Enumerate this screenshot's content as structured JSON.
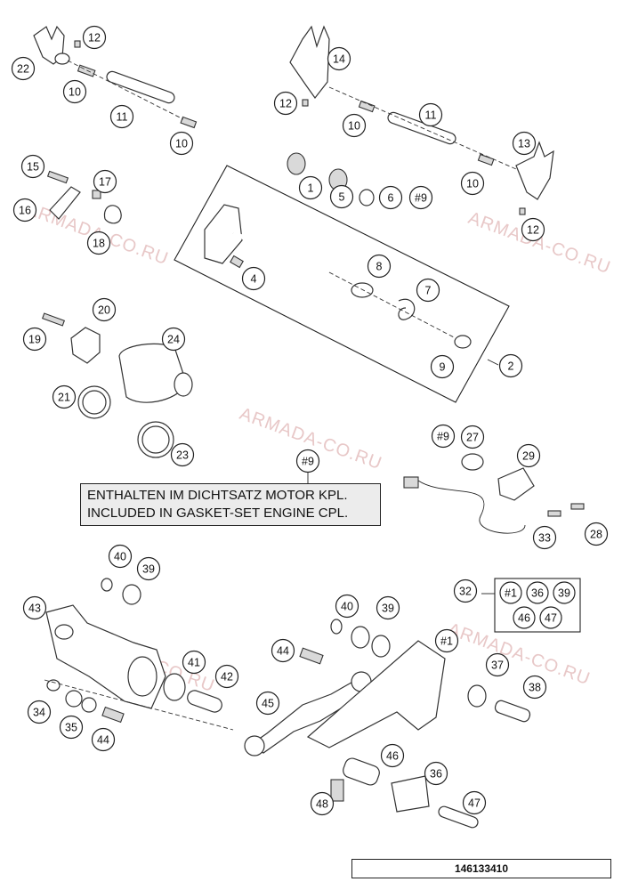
{
  "watermark": "ARMADA-CO.RU",
  "note": {
    "ref": "#9",
    "line1": "ENTHALTEN IM DICHTSATZ MOTOR KPL.",
    "line2": "INCLUDED IN GASKET-SET ENGINE CPL."
  },
  "kit_32": {
    "ref": "32",
    "items": [
      "#1",
      "36",
      "39",
      "46",
      "47"
    ]
  },
  "drawing_number": "146133410",
  "callouts": [
    {
      "id": "c12a",
      "label": "12"
    },
    {
      "id": "c22",
      "label": "22"
    },
    {
      "id": "c10a",
      "label": "10"
    },
    {
      "id": "c11a",
      "label": "11"
    },
    {
      "id": "c10b",
      "label": "10"
    },
    {
      "id": "c14",
      "label": "14"
    },
    {
      "id": "c12b",
      "label": "12"
    },
    {
      "id": "c10c",
      "label": "10"
    },
    {
      "id": "c11b",
      "label": "11"
    },
    {
      "id": "c13",
      "label": "13"
    },
    {
      "id": "c10d",
      "label": "10"
    },
    {
      "id": "c12c",
      "label": "12"
    },
    {
      "id": "c15",
      "label": "15"
    },
    {
      "id": "c17",
      "label": "17"
    },
    {
      "id": "c16",
      "label": "16"
    },
    {
      "id": "c18",
      "label": "18"
    },
    {
      "id": "c1",
      "label": "1"
    },
    {
      "id": "c5",
      "label": "5"
    },
    {
      "id": "c6",
      "label": "6"
    },
    {
      "id": "c9a",
      "label": "#9"
    },
    {
      "id": "c4",
      "label": "4"
    },
    {
      "id": "c8",
      "label": "8"
    },
    {
      "id": "c7",
      "label": "7"
    },
    {
      "id": "c9b",
      "label": "9"
    },
    {
      "id": "c2",
      "label": "2"
    },
    {
      "id": "c20",
      "label": "20"
    },
    {
      "id": "c19",
      "label": "19"
    },
    {
      "id": "c24",
      "label": "24"
    },
    {
      "id": "c21",
      "label": "21"
    },
    {
      "id": "c23",
      "label": "23"
    },
    {
      "id": "c9c",
      "label": "#9"
    },
    {
      "id": "c9d",
      "label": "#9"
    },
    {
      "id": "c27",
      "label": "27"
    },
    {
      "id": "c29",
      "label": "29"
    },
    {
      "id": "c33",
      "label": "33"
    },
    {
      "id": "c28",
      "label": "28"
    },
    {
      "id": "c40a",
      "label": "40"
    },
    {
      "id": "c39a",
      "label": "39"
    },
    {
      "id": "c32",
      "label": "32"
    },
    {
      "id": "c43",
      "label": "43"
    },
    {
      "id": "c40b",
      "label": "40"
    },
    {
      "id": "c39b",
      "label": "39"
    },
    {
      "id": "c1b",
      "label": "#1"
    },
    {
      "id": "c37",
      "label": "37"
    },
    {
      "id": "c38",
      "label": "38"
    },
    {
      "id": "c44a",
      "label": "44"
    },
    {
      "id": "c41",
      "label": "41"
    },
    {
      "id": "c42",
      "label": "42"
    },
    {
      "id": "c45",
      "label": "45"
    },
    {
      "id": "c34",
      "label": "34"
    },
    {
      "id": "c35",
      "label": "35"
    },
    {
      "id": "c44b",
      "label": "44"
    },
    {
      "id": "c46",
      "label": "46"
    },
    {
      "id": "c36",
      "label": "36"
    },
    {
      "id": "c47",
      "label": "47"
    },
    {
      "id": "c48",
      "label": "48"
    }
  ]
}
